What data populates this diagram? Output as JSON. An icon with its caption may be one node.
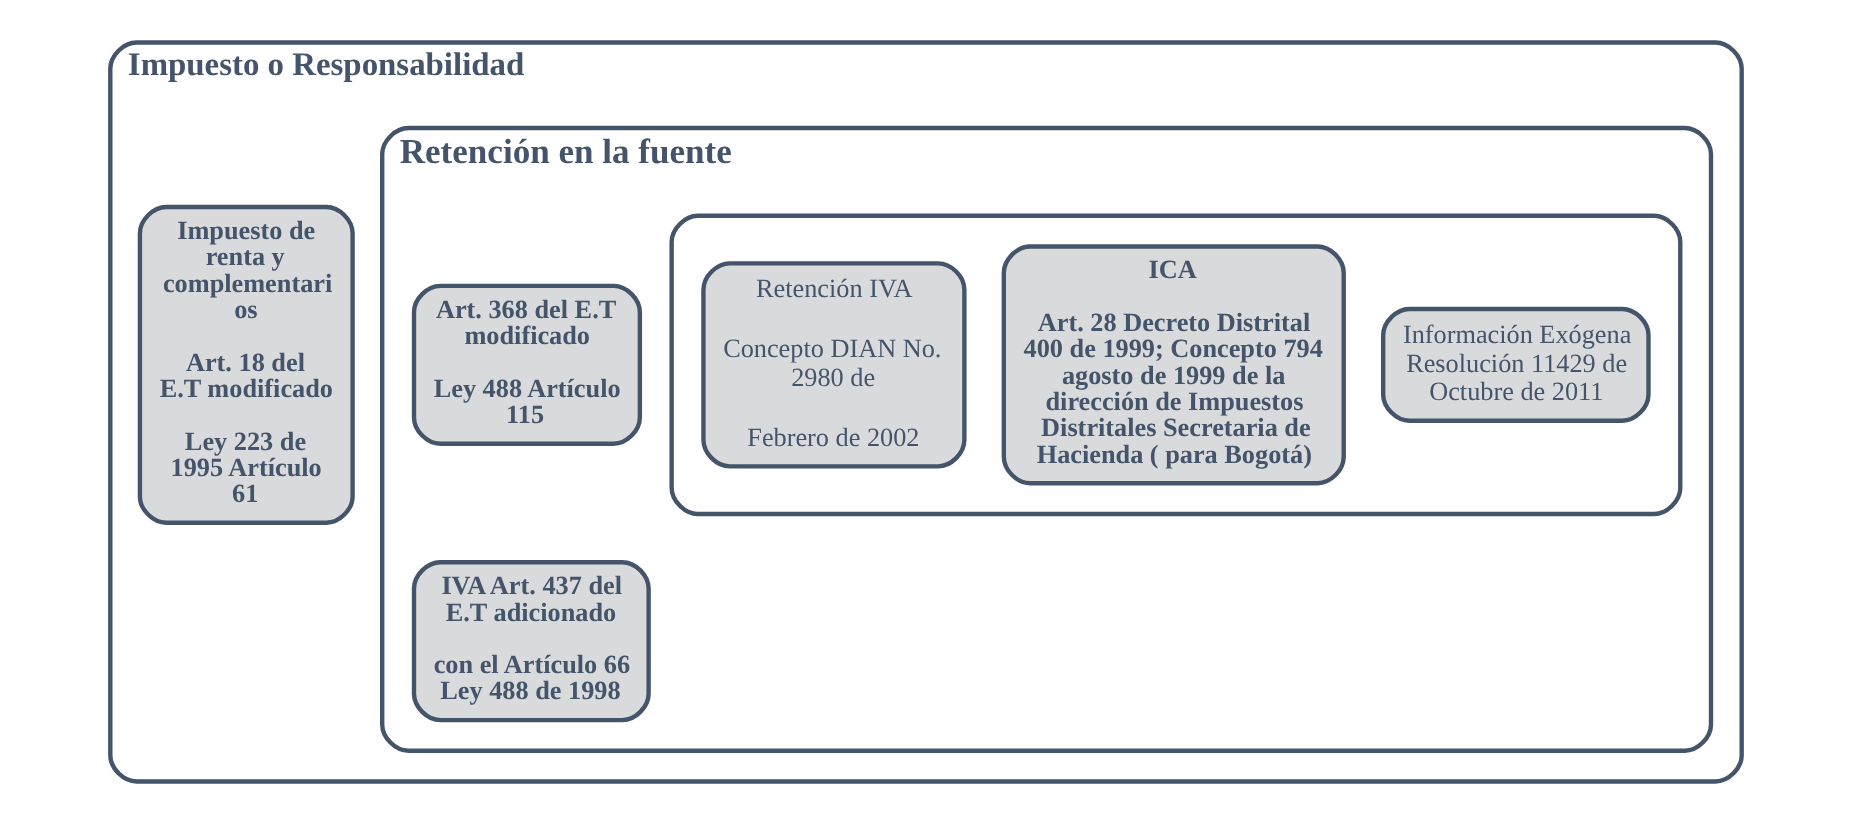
{
  "diagram": {
    "nodes": [
      {
        "text": [
          "Impuesto o Responsabilidad"
        ]
      },
      {
        "text": [
          "Impuesto de renta y complementari os",
          "Art. 18 del E.T modificado",
          "Ley 223 de 1995 Artículo 61"
        ],
        "in": 0
      },
      {
        "text": [
          "Retención en la fuente"
        ],
        "in": 0
      },
      {
        "text": [
          "Art. 368 del E.T modificado",
          "Ley 488 Artículo 115"
        ],
        "in": 2
      },
      {
        "text": [
          "IVA Art. 437 del E.T adicionado",
          "con el Artículo 66 Ley 488 de 1998"
        ],
        "in": 2
      },
      {
        "text": [],
        "shape": "box",
        "in": 2
      },
      {
        "text": [
          "Retención IVA",
          "Concepto DIAN No. 2980 de",
          "Febrero de 2002"
        ],
        "in": 5
      },
      {
        "text": [
          "ICA",
          "Art. 28 Decreto Distrital 400 de 1999; Concepto 794 agosto de 1999 de la dirección de Impuestos Distritales Secretaria de Hacienda ( para Bogotá)"
        ],
        "in": 5
      },
      {
        "text": [
          "Información Exógena Resolución 11429 de Octubre de 2011"
        ],
        "in": 5
      }
    ]
  }
}
